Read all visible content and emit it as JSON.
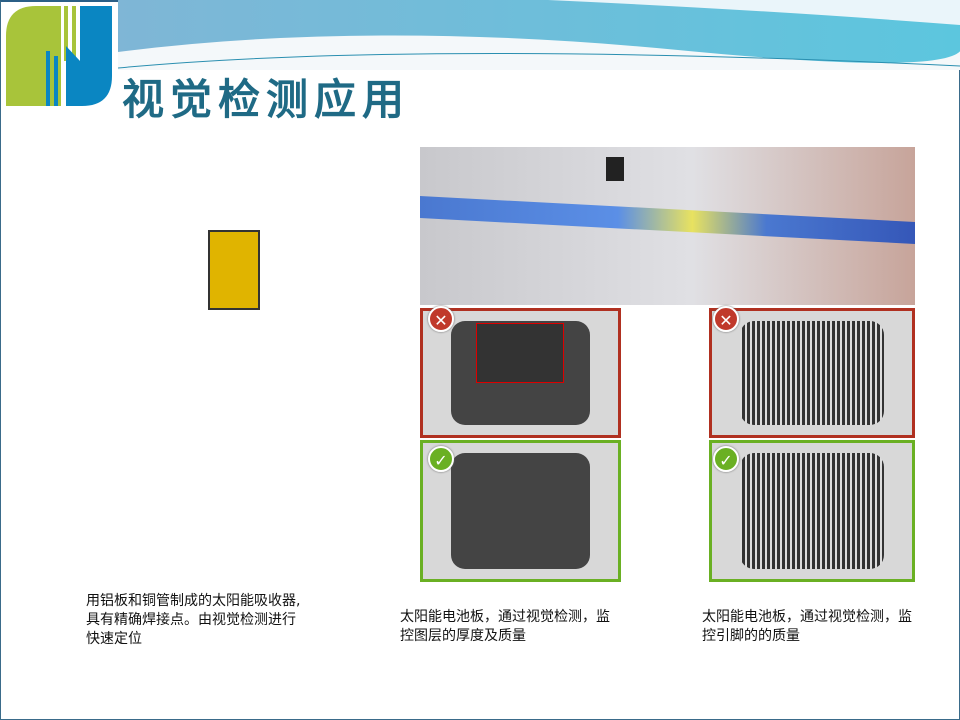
{
  "title": "视觉检测应用",
  "captions": {
    "absorber": [
      "用铝板和铜管制成的太阳能吸收器,",
      "具有精确焊接点。由视觉检测进行",
      "快速定位"
    ],
    "coating": [
      "太阳能电池板，通过视觉检测，监",
      "控图层的厚度及质量"
    ],
    "pins": [
      "太阳能电池板，通过视觉检测，监",
      "控引脚的的质量"
    ]
  },
  "badges": {
    "fail": "✕",
    "pass": "✓"
  },
  "colors": {
    "title": "#1f6a85",
    "fail": "#c0392b",
    "pass": "#6ab023"
  }
}
